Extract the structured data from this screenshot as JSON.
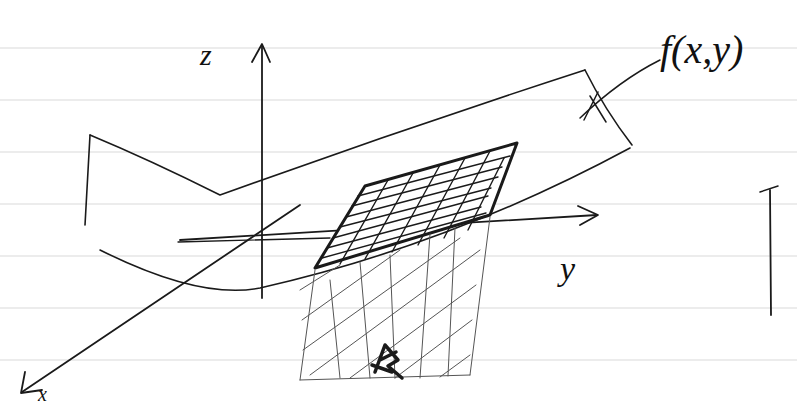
{
  "diagram": {
    "labels": [
      "z",
      "y",
      "x",
      "f(x,y)"
    ]
  }
}
